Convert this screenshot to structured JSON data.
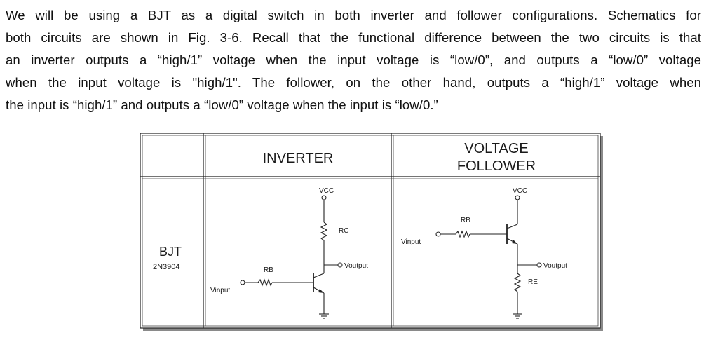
{
  "paragraph": {
    "lines": [
      "We will be using a BJT as a digital switch in both inverter and follower configurations. Schematics for",
      "both circuits are shown in Fig. 3-6. Recall that the functional difference between the two circuits is that",
      "an inverter outputs a “high/1” voltage when the input voltage is “low/0”, and outputs a “low/0” voltage",
      "when the input voltage is \"high/1\". The follower, on the other hand, outputs a “high/1” voltage when",
      "the input is “high/1” and outputs a “low/0” voltage when the input is “low/0.”"
    ]
  },
  "table": {
    "headers": {
      "inverter": "INVERTER",
      "follower_line1": "VOLTAGE",
      "follower_line2": "FOLLOWER"
    },
    "row_label": {
      "type": "BJT",
      "part": "2N3904"
    },
    "inverter": {
      "vcc": "VCC",
      "rc": "RC",
      "rb": "RB",
      "vinput": "Vinput",
      "voutput": "Voutput"
    },
    "follower": {
      "vcc": "VCC",
      "rb": "RB",
      "re": "RE",
      "vinput": "Vinput",
      "voutput": "Voutput"
    }
  }
}
